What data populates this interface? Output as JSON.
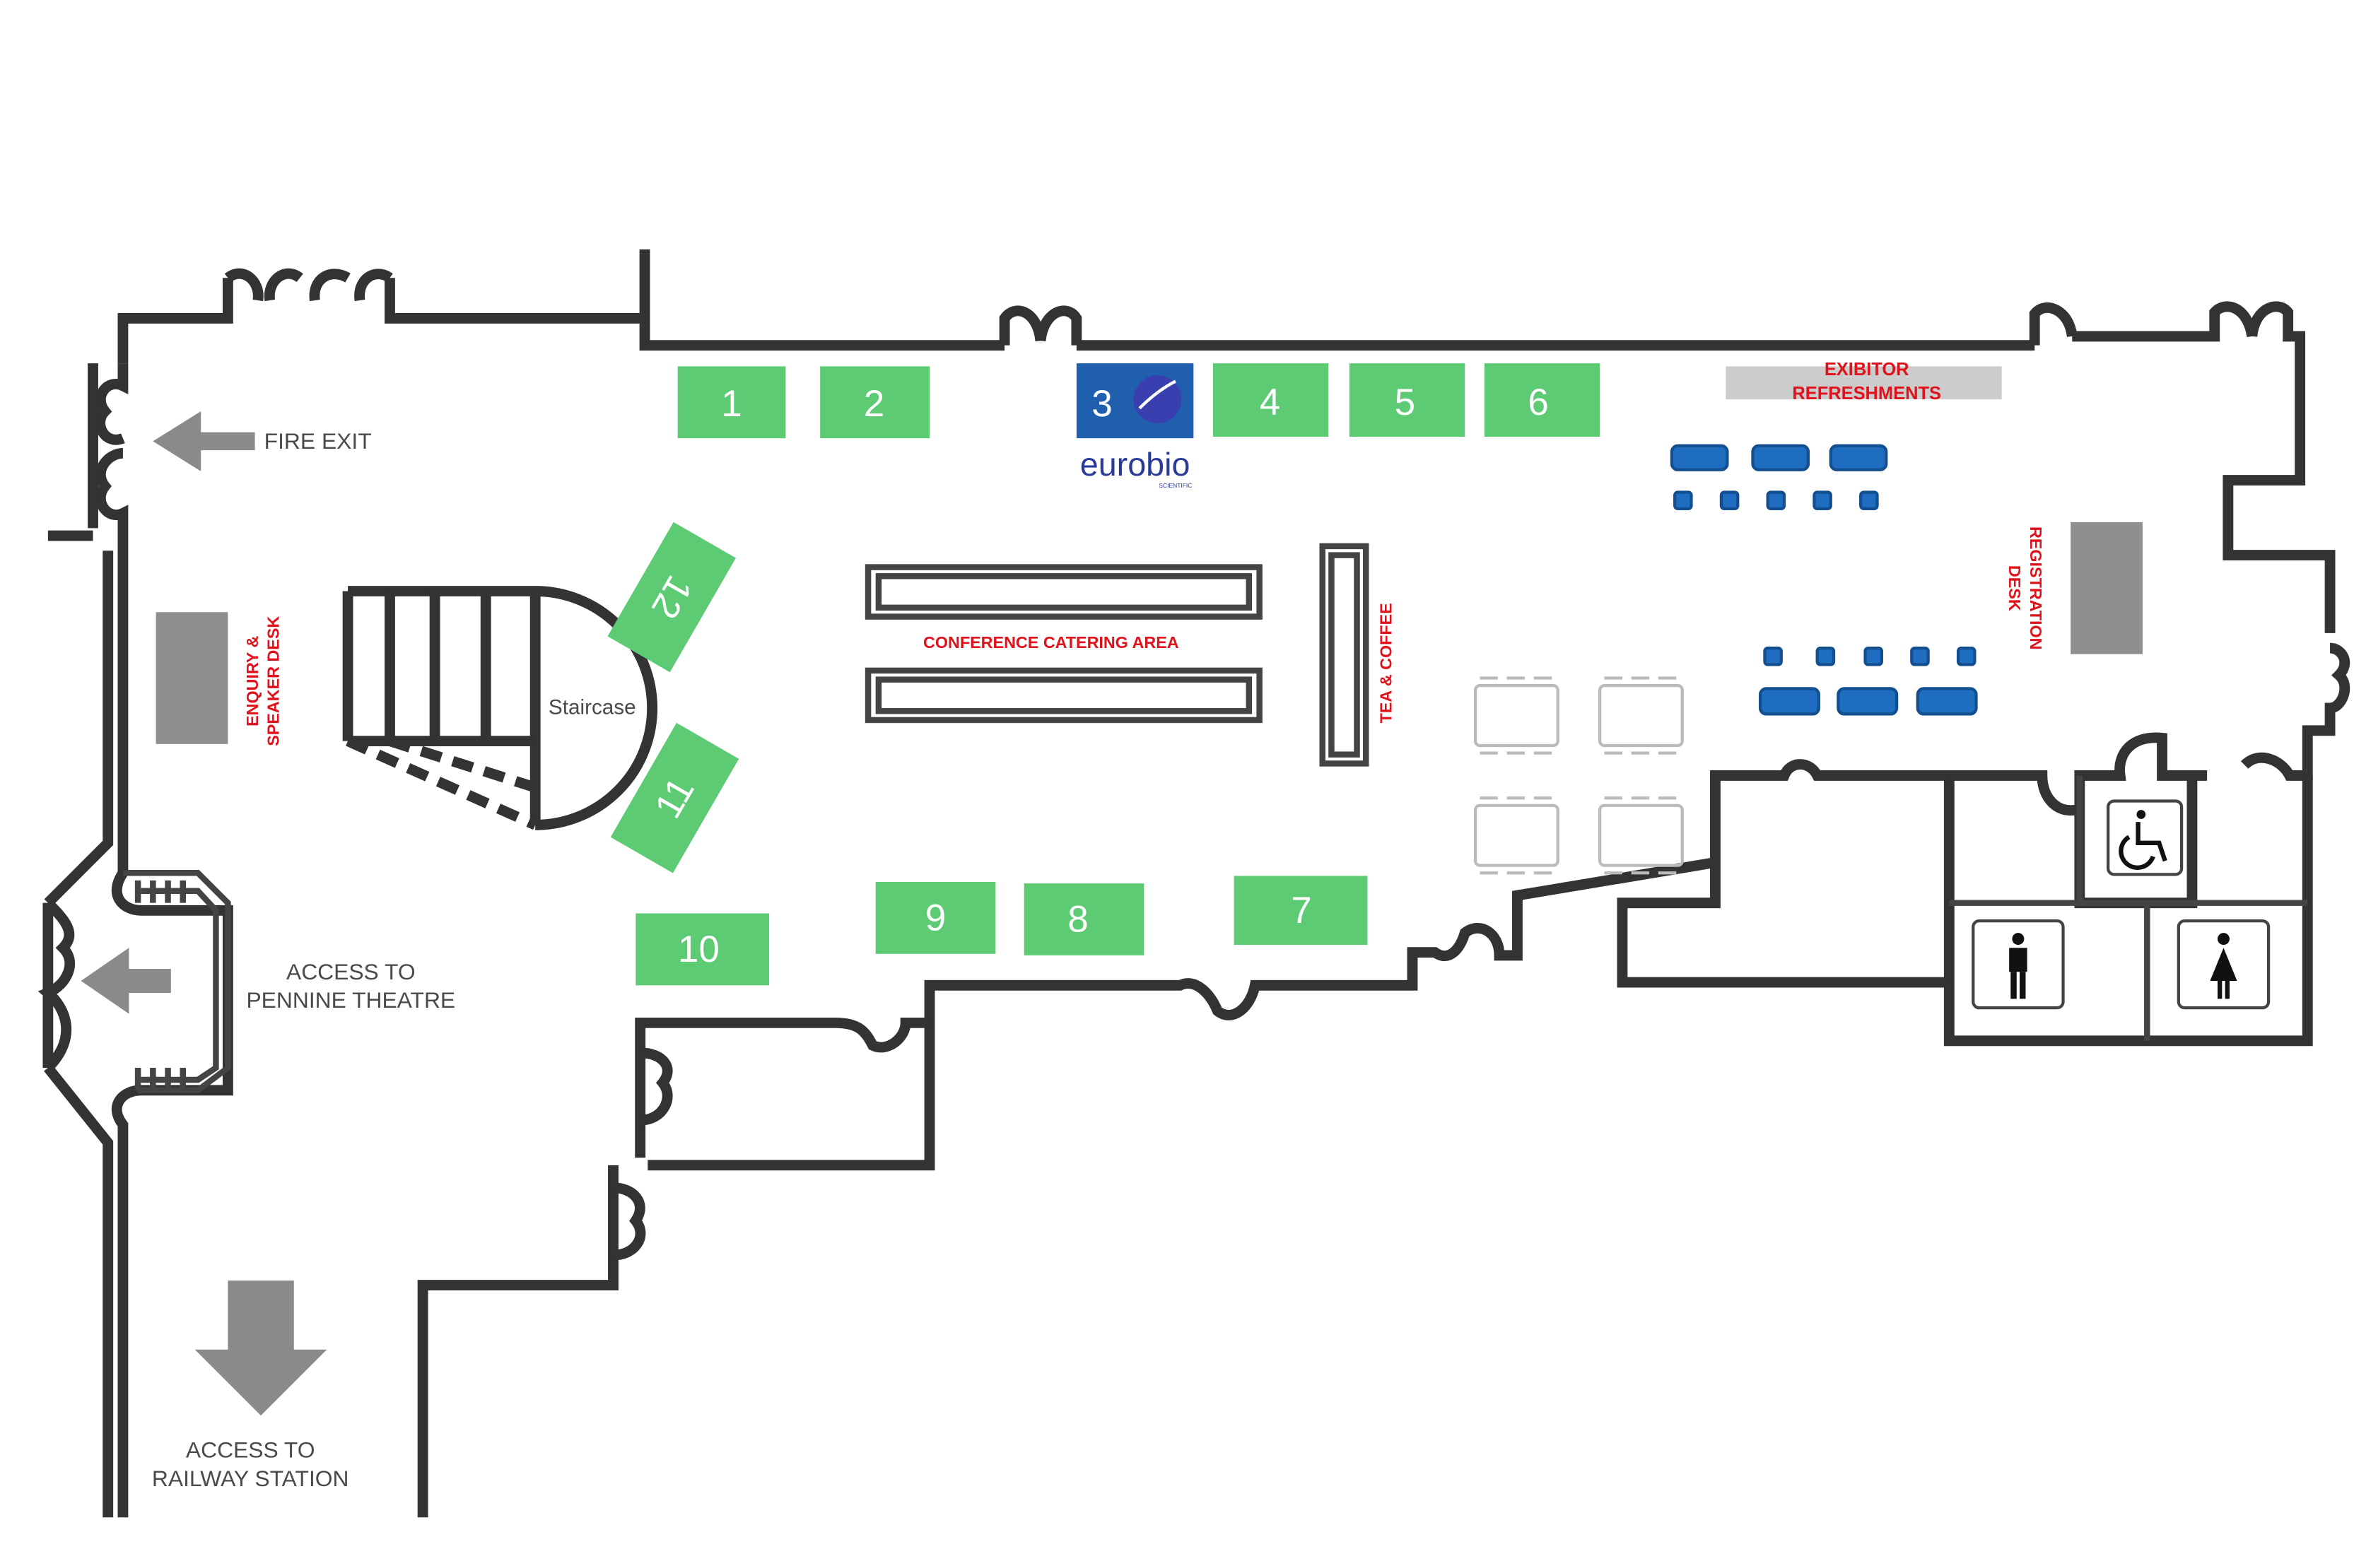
{
  "labels": {
    "fire_exit": "FIRE EXIT",
    "enquiry_desk_line1": "ENQUIRY &",
    "enquiry_desk_line2": "SPEAKER DESK",
    "staircase": "Staircase",
    "access_pennine_line1": "ACCESS TO",
    "access_pennine_line2": "PENNINE THEATRE",
    "access_railway_line1": "ACCESS TO",
    "access_railway_line2": "RAILWAY STATION",
    "catering_area": "CONFERENCE CATERING AREA",
    "tea_coffee": "TEA & COFFEE",
    "exhibitor_refreshments_line1": "EXIBITOR",
    "exhibitor_refreshments_line2": "REFRESHMENTS",
    "registration_desk_line1": "REGISTRATION",
    "registration_desk_line2": "DESK"
  },
  "sponsor_logo": {
    "wordmark": "eurobio",
    "subtext": "SCIENTIFIC"
  },
  "stands": [
    "1",
    "2",
    "3",
    "4",
    "5",
    "6",
    "7",
    "8",
    "9",
    "10",
    "11",
    "12"
  ],
  "colors": {
    "stand_green": "#5ccb74",
    "sponsor_blue": "#1f5fae",
    "label_red": "#e0121b",
    "wall": "#333333",
    "desk_grey": "#8f8f8f",
    "sofa_blue": "#1f6dc0"
  },
  "icons": [
    "fire-exit-arrow-icon",
    "access-arrow-icon",
    "wheelchair-icon",
    "male-toilet-icon",
    "female-toilet-icon"
  ]
}
